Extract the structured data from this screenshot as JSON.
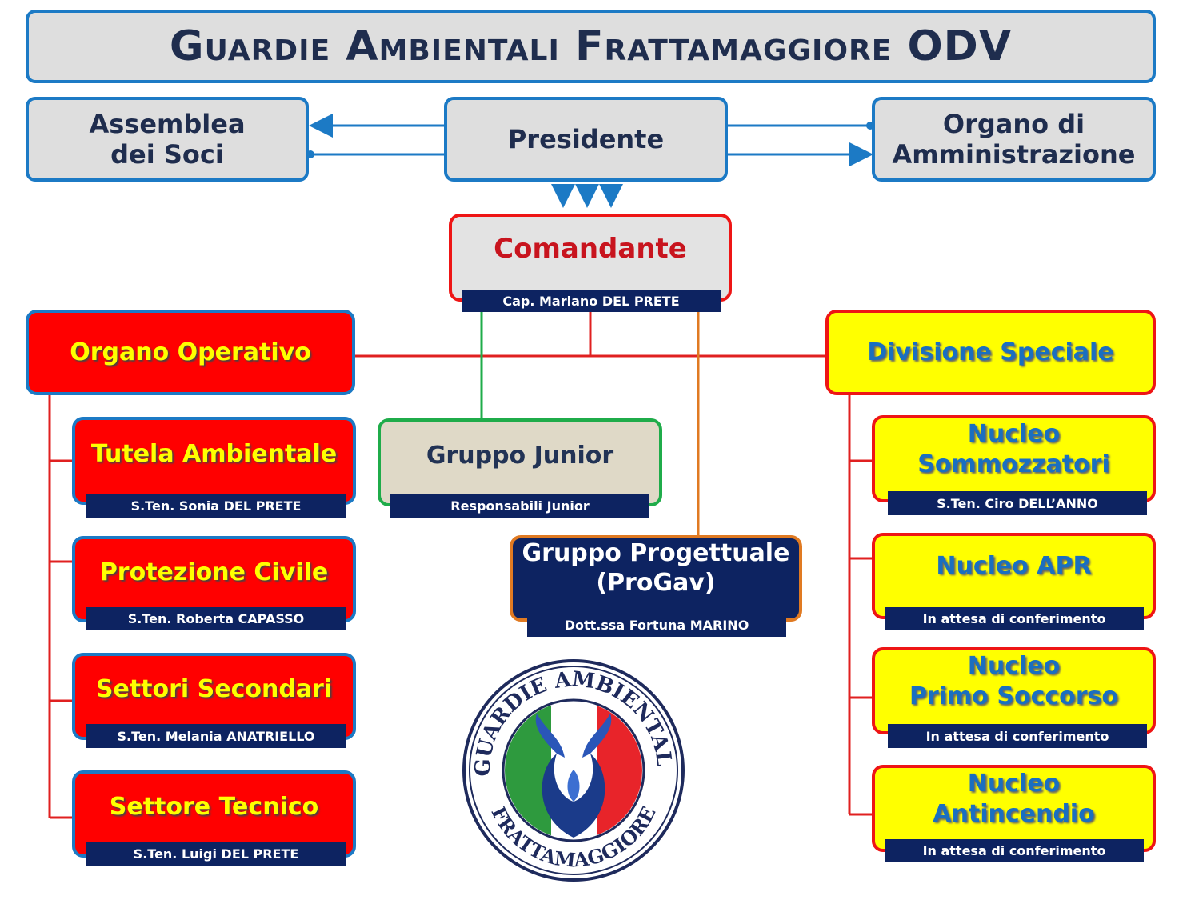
{
  "title": "Guardie Ambientali Frattamaggiore ODV",
  "top": {
    "left": "Assemblea\ndei Soci",
    "center": "Presidente",
    "right": "Organo di\nAmministrazione"
  },
  "comandante": {
    "label": "Comandante",
    "name": "Cap. Mariano DEL PRETE"
  },
  "operativo": {
    "label": "Organo Operativo",
    "items": [
      {
        "label": "Tutela Ambientale",
        "name": "S.Ten. Sonia DEL PRETE"
      },
      {
        "label": "Protezione Civile",
        "name": "S.Ten. Roberta CAPASSO"
      },
      {
        "label": "Settori Secondari",
        "name": "S.Ten. Melania ANATRIELLO"
      },
      {
        "label": "Settore Tecnico",
        "name": "S.Ten. Luigi DEL PRETE"
      }
    ]
  },
  "junior": {
    "label": "Gruppo Junior",
    "name": "Responsabili Junior"
  },
  "progav": {
    "label": "Gruppo Progettuale\n(ProGav)",
    "name": "Dott.ssa Fortuna MARINO"
  },
  "speciale": {
    "label": "Divisione Speciale",
    "items": [
      {
        "label": "Nucleo\nSommozzatori",
        "name": "S.Ten. Ciro DELL’ANNO"
      },
      {
        "label": "Nucleo APR",
        "name": "In attesa di conferimento"
      },
      {
        "label": "Nucleo\nPrimo Soccorso",
        "name": "In attesa di conferimento"
      },
      {
        "label": "Nucleo\nAntincendio",
        "name": "In attesa di conferimento"
      }
    ]
  },
  "logo": {
    "top_text": "GUARDIE AMBIENTALI",
    "bottom_text": "FRATTAMAGGIORE"
  },
  "colors": {
    "blue_border": "#1c7ac5",
    "red": "#ff0000",
    "yellow": "#ffff00",
    "navy": "#0d2361",
    "green": "#1fac4a",
    "orange": "#e07a22"
  }
}
